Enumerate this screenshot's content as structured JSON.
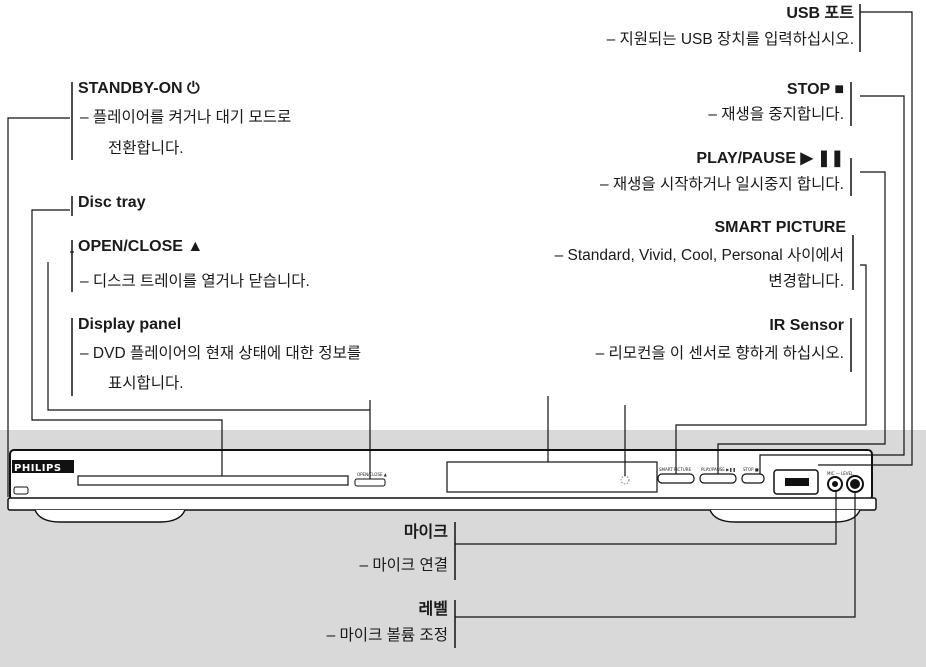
{
  "labels": {
    "usb": {
      "title": "USB 포트",
      "desc": "– 지원되는 USB 장치를 입력하십시오."
    },
    "stop": {
      "title": "STOP ■",
      "desc": "– 재생을 중지합니다."
    },
    "play_pause": {
      "title": "PLAY/PAUSE ▶ ❚❚",
      "desc": "– 재생을 시작하거나 일시중지 합니다."
    },
    "smart_picture": {
      "title": "SMART PICTURE",
      "desc_line1": "– Standard, Vivid, Cool, Personal 사이에서",
      "desc_line2": "변경합니다."
    },
    "ir_sensor": {
      "title": "IR Sensor",
      "desc": "– 리모컨을 이 센서로 향하게 하십시오."
    },
    "standby": {
      "title": "STANDBY-ON ⏻",
      "desc_line1": "–  플레이어를 켜거나 대기 모드로",
      "desc_line2": "전환합니다."
    },
    "disc_tray": {
      "title": "Disc tray"
    },
    "open_close": {
      "title": "OPEN/CLOSE ▲",
      "desc": "–  디스크 트레이를 열거나 닫습니다."
    },
    "display_panel": {
      "title": "Display panel",
      "desc_line1": "–  DVD 플레이어의 현재 상태에 대한 정보를",
      "desc_line2": "표시합니다."
    },
    "mic": {
      "title": "마이크",
      "desc": "– 마이크 연결"
    },
    "level": {
      "title": "레벨",
      "desc": "– 마이크 볼륨 조정"
    }
  },
  "device": {
    "brand": "PHILIPS",
    "open_close_label": "OPEN/CLOSE ▲",
    "smart_picture_label": "SMART PICTURE",
    "play_pause_label": "PLAY/PAUSE ▶❚❚",
    "stop_label": "STOP ■",
    "mic_level_label": "MIC — LEVEL"
  }
}
